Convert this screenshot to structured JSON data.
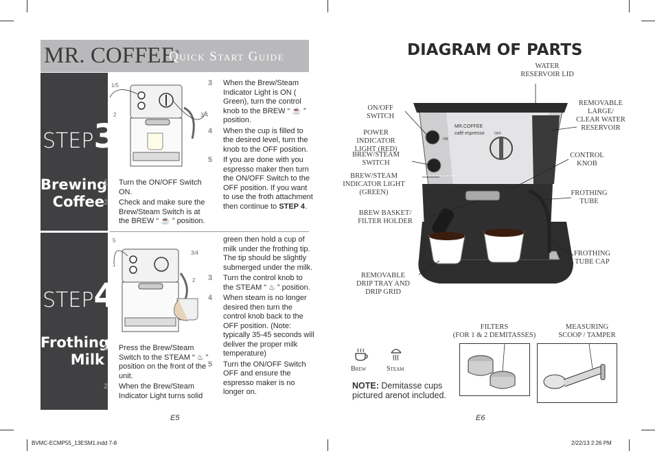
{
  "brand": {
    "logo": "MR. COFFEE",
    "registered": "®",
    "subtitle": "Quick Start Guide"
  },
  "step3": {
    "word": "STEP",
    "number": "3",
    "title_line1": "Brewing",
    "title_line2": "Coffee",
    "illus_labels": [
      "1/5",
      "2",
      "3/4"
    ],
    "left_steps": [
      {
        "n": "1",
        "text": "Turn the ON/OFF Switch ON."
      },
      {
        "n": "2",
        "text": "Check and make sure the Brew/Steam Switch is at the BREW “ ☕ ” position."
      }
    ],
    "right_steps": [
      {
        "n": "3",
        "text": "When the Brew/Steam Indicator Light is ON ( Green), turn the control knob to the BREW “ ☕ ” position."
      },
      {
        "n": "4",
        "text": "When the cup is filled to the desired level, turn the knob to the OFF position."
      },
      {
        "n": "5",
        "text": "If you are done with you espresso maker then turn the ON/OFF Switch to the OFF position. If you want to use the froth attachment then continue to "
      }
    ],
    "step4_ref": "STEP 4",
    "period": "."
  },
  "step4": {
    "word": "STEP",
    "number": "4",
    "title_line1": "Frothing",
    "title_line2": "Milk",
    "illus_labels": [
      "5",
      "1",
      "3/4",
      "2"
    ],
    "left_steps": [
      {
        "n": "1",
        "text": "Press the Brew/Steam Switch to the STEAM “ ♨ ” position on the front of the unit."
      },
      {
        "n": "2",
        "text": "When the Brew/Steam Indicator Light turns solid"
      }
    ],
    "right_continuation": "green then hold a cup of milk under the frothing tip. The tip should be slightly submerged under the milk.",
    "right_steps": [
      {
        "n": "3",
        "text": "Turn the control knob to the STEAM “ ♨ ” position."
      },
      {
        "n": "4",
        "text": "When steam is no longer desired then turn the control knob back to the OFF position. (Note: typically 35-45 seconds will deliver the proper milk temperature)"
      },
      {
        "n": "5",
        "text": "Turn the ON/OFF Switch OFF and ensure the espresso maker is no longer on."
      }
    ]
  },
  "diagram": {
    "title": "DIAGRAM OF PARTS",
    "callouts": {
      "water_reservoir_lid": [
        "Water",
        "Reservoir Lid"
      ],
      "on_off_switch": [
        "On/Off",
        "Switch"
      ],
      "power_indicator": [
        "Power Indicator",
        "Light (Red)"
      ],
      "brew_steam_switch": [
        "Brew/Steam",
        "Switch"
      ],
      "brew_steam_indicator": [
        "Brew/Steam",
        "Indicator Light",
        "(Green)"
      ],
      "brew_basket": [
        "Brew Basket/",
        "Filter Holder"
      ],
      "removable_drip_tray": [
        "Removable",
        "Drip Tray and",
        "Drip Grid"
      ],
      "removable_reservoir": [
        "Removable",
        "Large/",
        "Clear Water",
        "Reservoir"
      ],
      "control_knob": [
        "Control",
        "Knob"
      ],
      "frothing_tube": [
        "Frothing",
        "Tube"
      ],
      "frothing_tube_cap": [
        "Frothing",
        "Tube Cap"
      ]
    },
    "machine_text": {
      "brand": "MR.COFFEE",
      "model": "café espresso",
      "off": "OFF",
      "on": "ON"
    },
    "filters_label": [
      "Filters",
      "(for 1 & 2 demitasses)"
    ],
    "scoop_label": [
      "Measuring",
      "Scoop / Tamper"
    ],
    "brew_label": "Brew",
    "steam_label": "Steam",
    "note_bold": "NOTE:",
    "note_text": " Demitasse cups pictured arenot included."
  },
  "pages": {
    "left": "E5",
    "right": "E6"
  },
  "footer": {
    "file": "BVMC-ECMP55_13ESM1.indd   7-8",
    "date": "2/22/13   2:26 PM"
  }
}
